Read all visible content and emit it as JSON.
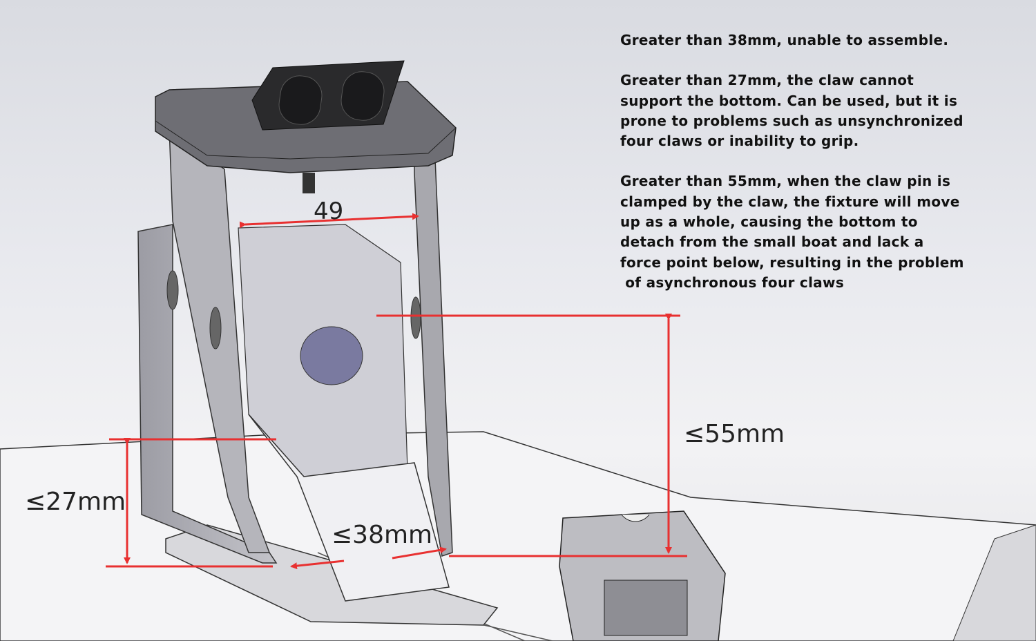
{
  "notes": [
    {
      "lines": [
        "Greater than 38mm, unable to assemble."
      ]
    },
    {
      "lines": [
        "Greater than 27mm, the claw cannot",
        "support the bottom. Can be used, but it is",
        "prone to problems such as unsynchronized",
        "four claws or inability to grip."
      ]
    },
    {
      "lines": [
        "Greater than 55mm, when the claw pin is",
        "clamped by the claw, the fixture will move",
        "up as a whole, causing the bottom to",
        "detach from the small boat and lack a",
        "force point below, resulting in the problem",
        " of asynchronous four claws"
      ]
    }
  ],
  "dimensions": {
    "width_top": "49",
    "height_max": "≤55mm",
    "bottom_height": "≤27mm",
    "gap_width": "≤38mm"
  },
  "colors": {
    "dimension_line": "#e83030",
    "metal": "#a9a9b0",
    "dark_part": "#2a2a2c"
  }
}
